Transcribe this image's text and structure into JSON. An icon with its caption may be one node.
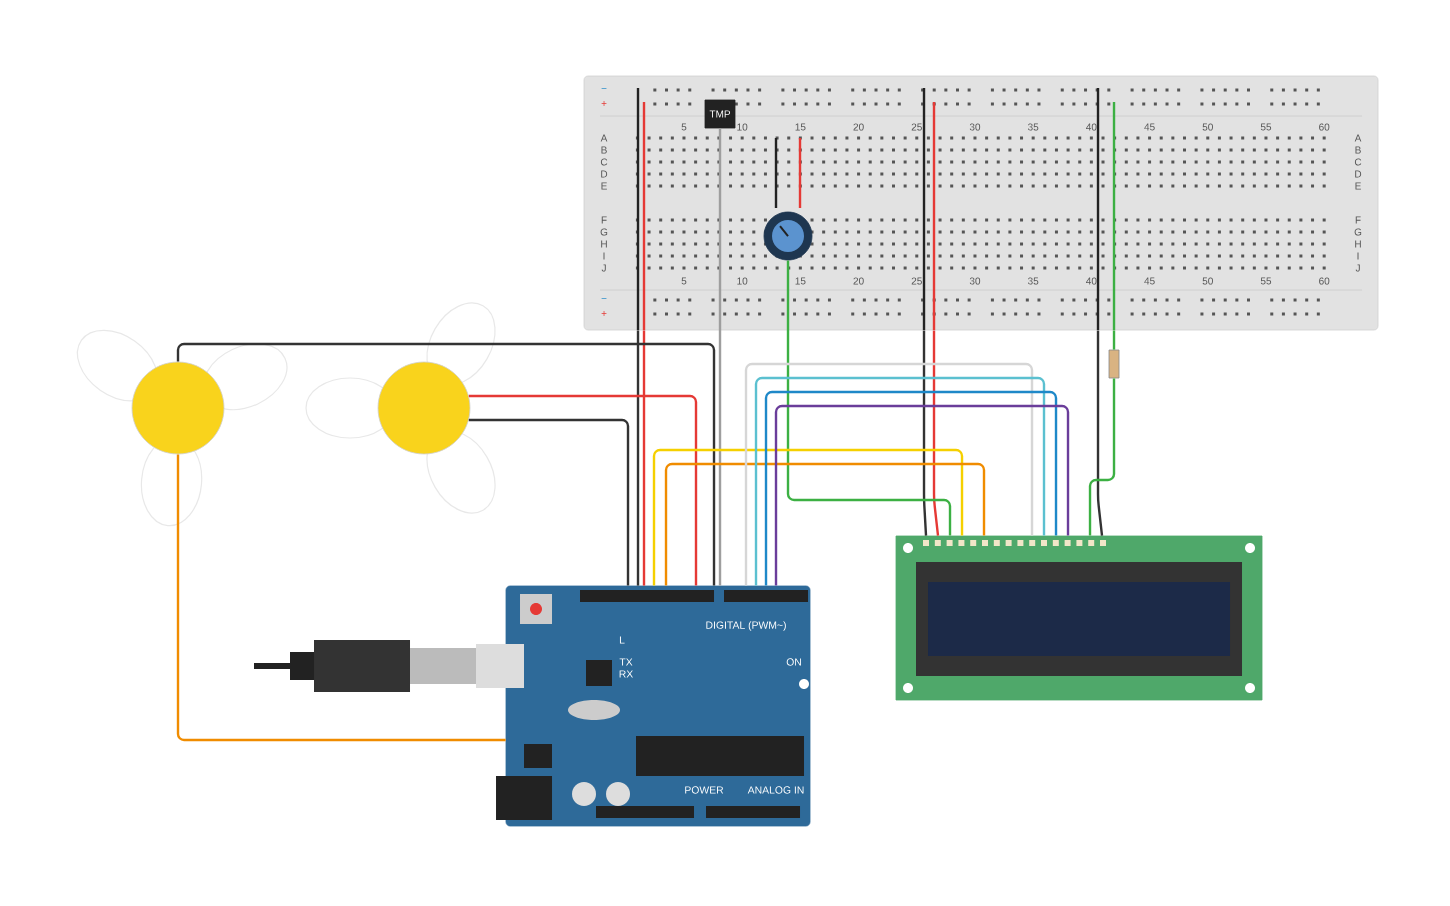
{
  "diagram": {
    "nodes": [
      {
        "text": [],
        "shape": "box"
      },
      {
        "text": [
          "TMP"
        ],
        "in": 0
      },
      {
        "text": [],
        "shape": "circle",
        "in": 0
      },
      {
        "text": [],
        "shape": "bar"
      },
      {
        "text": [],
        "shape": "circle"
      },
      {
        "text": [],
        "shape": "circle"
      },
      {
        "text": [
          "DIGITAL (PWM~)",
          "L",
          "TX",
          "ON",
          "RX",
          "POWER",
          "ANALOG IN"
        ]
      },
      {
        "text": [],
        "shape": "box"
      },
      {
        "text": [],
        "shape": "picture"
      }
    ],
    "edges": [
      {
        "from": 0,
        "to": 6,
        "arrow": "none"
      },
      {
        "from": 0,
        "to": 6,
        "arrow": "none",
        "color": "#e53935"
      },
      {
        "from": 0,
        "to": 7,
        "arrow": "none"
      },
      {
        "from": 0,
        "to": 7,
        "arrow": "none",
        "color": "#e53935"
      },
      {
        "from": 0,
        "to": 7,
        "arrow": "none"
      },
      {
        "from": 0,
        "to": 3,
        "arrow": "none",
        "color": "#3cb043"
      },
      {
        "from": 3,
        "to": 7,
        "arrow": "none",
        "color": "#3cb043"
      },
      {
        "from": 1,
        "to": 6,
        "arrow": "none",
        "color": "#9e9e9e"
      },
      {
        "from": 2,
        "to": 7,
        "arrow": "none",
        "color": "#3cb043"
      },
      {
        "from": 4,
        "to": 6,
        "arrow": "none"
      },
      {
        "from": 5,
        "to": 6,
        "arrow": "none",
        "color": "#e53935"
      },
      {
        "from": 5,
        "to": 6,
        "arrow": "none"
      },
      {
        "from": 4,
        "to": 6,
        "arrow": "none",
        "color": "#f08c00"
      },
      {
        "from": 6,
        "to": 7,
        "arrow": "none",
        "color": "#f5d000"
      },
      {
        "from": 6,
        "to": 7,
        "arrow": "none",
        "color": "#f08c00"
      },
      {
        "from": 6,
        "to": 7,
        "arrow": "none",
        "color": "#d6d6d6"
      },
      {
        "from": 6,
        "to": 7,
        "arrow": "none",
        "color": "#5bc0d0"
      },
      {
        "from": 6,
        "to": 7,
        "arrow": "none",
        "color": "#1e88c8"
      },
      {
        "from": 6,
        "to": 7,
        "arrow": "none",
        "color": "#6a3d9a"
      }
    ],
    "labels": [
      "−",
      "+",
      "5",
      "10",
      "15",
      "20",
      "25",
      "30",
      "35",
      "40",
      "45",
      "50",
      "55",
      "60",
      "A",
      "A",
      "B",
      "B",
      "C",
      "C",
      "D",
      "D",
      "E",
      "E",
      "F",
      "F",
      "G",
      "G",
      "H",
      "H",
      "I",
      "I",
      "J",
      "J",
      "5",
      "10",
      "15",
      "20",
      "25",
      "30",
      "35",
      "40",
      "45",
      "50",
      "55",
      "60",
      "−",
      "+"
    ]
  }
}
